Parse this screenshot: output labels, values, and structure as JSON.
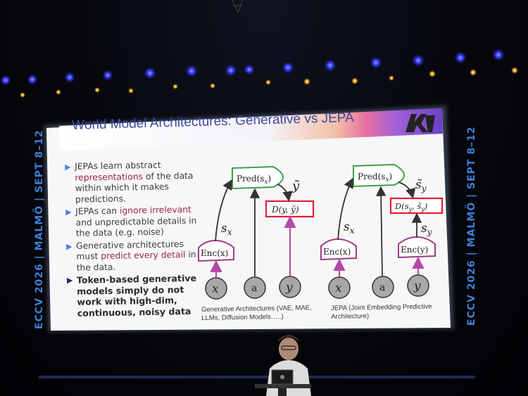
{
  "banners": {
    "left": "ECCV 2026 | MALMÖ | SEPT 8–12",
    "right": "ECCV 2026 | MALMÖ | SEPT 8–12"
  },
  "slide": {
    "title": "World Model Architectures: Generative vs JEPA",
    "logo_icon": "meta-ai-logo-icon",
    "bullets": [
      {
        "parts": [
          {
            "text": "JEPAs learn abstract ",
            "hl": false
          },
          {
            "text": "representations",
            "hl": true
          },
          {
            "text": " of the data within which it makes predictions.",
            "hl": false
          }
        ]
      },
      {
        "parts": [
          {
            "text": "JEPAs can ",
            "hl": false
          },
          {
            "text": "ignore irrelevant",
            "hl": true
          },
          {
            "text": " and unpredictable details in the data (e.g. noise)",
            "hl": false
          }
        ]
      },
      {
        "parts": [
          {
            "text": "Generative architectures must ",
            "hl": false
          },
          {
            "text": "predict every detail",
            "hl": true
          },
          {
            "text": " in the data.",
            "hl": false
          }
        ]
      },
      {
        "parts": [
          {
            "text": "Token-based generative models simply do not work with high-dim, continuous, noisy data",
            "hl": false
          }
        ]
      }
    ],
    "generative": {
      "pred": "Pred(s",
      "pred_sub": "x",
      "enc": "Enc(x)",
      "dist": "D(y, ỹ)",
      "sx": "s",
      "sx_sub": "x",
      "ytilde": "ỹ",
      "nodes": [
        "x",
        "a",
        "y"
      ],
      "caption": "Generative Architectures (VAE, MAE, LLMs, Diffusion Models…..)"
    },
    "jepa": {
      "pred": "Pred(s",
      "pred_sub": "x",
      "enc_x": "Enc(x)",
      "enc_y": "Enc(y)",
      "dist": "D(s",
      "sx": "s",
      "sx_sub": "x",
      "sy": "s",
      "sy_sub": "y",
      "sytilde": "s̃",
      "sytilde_sub": "y",
      "nodes": [
        "x",
        "a",
        "y"
      ],
      "caption": "JEPA (Joint Embedding Predictive Architecture)"
    }
  },
  "colors": {
    "pred_box": "#3aa14a",
    "dist_box": "#e0203a",
    "enc_box": "#a03a86",
    "arrow_purple": "#b44aa8",
    "banner": "#3f7fd8"
  }
}
